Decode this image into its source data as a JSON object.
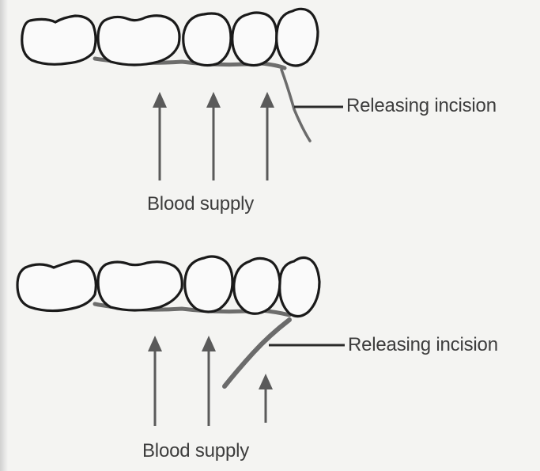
{
  "panels": [
    {
      "id": "top",
      "incision_label": "Releasing incision",
      "blood_supply_label": "Blood supply"
    },
    {
      "id": "bottom",
      "incision_label": "Releasing incision",
      "blood_supply_label": "Blood supply"
    }
  ],
  "colors": {
    "ink": "#1a1a1a",
    "arrow": "#5a5a5a",
    "gingiva": "#555555",
    "incision": "#666666",
    "background": "#f4f4f2"
  }
}
